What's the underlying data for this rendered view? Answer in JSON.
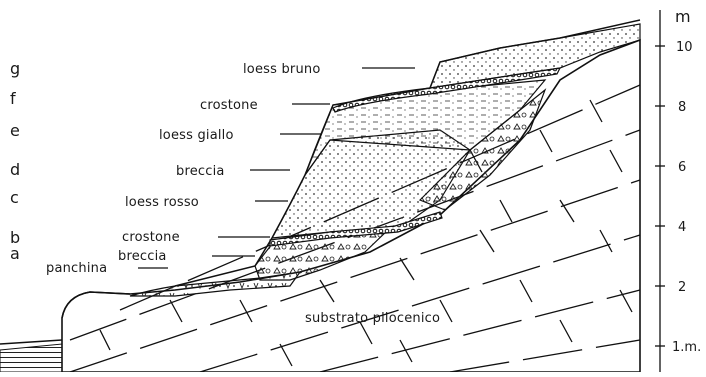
{
  "diagram": {
    "layer_letters": [
      "g",
      "f",
      "e",
      "d",
      "c",
      "b",
      "a"
    ],
    "labels": {
      "loess_bruno": "loess bruno",
      "crostone_upper": "crostone",
      "loess_giallo": "loess giallo",
      "breccia_upper": "breccia",
      "loess_rosso": "loess rosso",
      "crostone_lower": "crostone",
      "breccia_lower": "breccia",
      "panchina": "panchina",
      "substrato": "substrato pliocenico"
    },
    "scale": {
      "unit": "m",
      "ticks": [
        "10",
        "8",
        "6",
        "4",
        "2",
        "1.m."
      ]
    }
  }
}
